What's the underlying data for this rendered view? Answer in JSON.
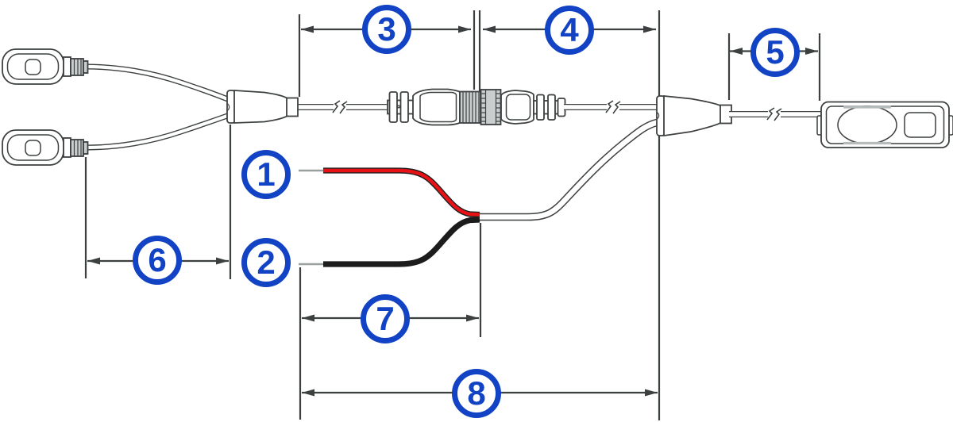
{
  "diagram": {
    "type": "cable-assembly-dimension-diagram",
    "callouts": [
      {
        "label": "1"
      },
      {
        "label": "2"
      },
      {
        "label": "3"
      },
      {
        "label": "4"
      },
      {
        "label": "5"
      },
      {
        "label": "6"
      },
      {
        "label": "7"
      },
      {
        "label": "8"
      }
    ],
    "colors": {
      "callout_blue": "#1243c4",
      "line_dark": "#3d4040",
      "wire_red": "#e81116",
      "wire_black": "#1c1c1c",
      "thread_gray": "#c9cdcd",
      "bare_lead_gray": "#9aa0a0"
    }
  }
}
